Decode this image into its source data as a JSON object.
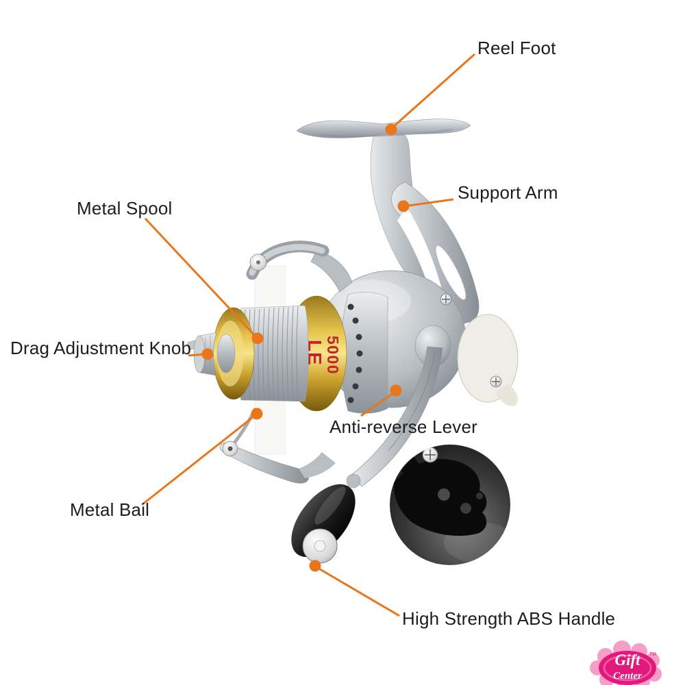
{
  "annotations": {
    "reel_foot": {
      "label": "Reel Foot"
    },
    "support_arm": {
      "label": "Support Arm"
    },
    "metal_spool": {
      "label": "Metal Spool"
    },
    "drag_adjustment_knob": {
      "label": "Drag Adjustment Knob"
    },
    "anti_reverse_lever": {
      "label": "Anti-reverse Lever"
    },
    "metal_bail": {
      "label": "Metal Bail"
    },
    "abs_handle": {
      "label": "High Strength ABS Handle"
    }
  },
  "reel_markings": {
    "model": "LE",
    "size": "5000"
  },
  "watermark": {
    "line1": "Gift",
    "line2": "Center",
    "tm": "TM"
  },
  "colors": {
    "callout_orange": "#E8761B",
    "label_text": "#1D1D1D",
    "marking_red": "#C4242B",
    "spool_gold": "#D9B23A",
    "body_silver": "#B9BEC3",
    "logo_pink": "#E2187D"
  }
}
